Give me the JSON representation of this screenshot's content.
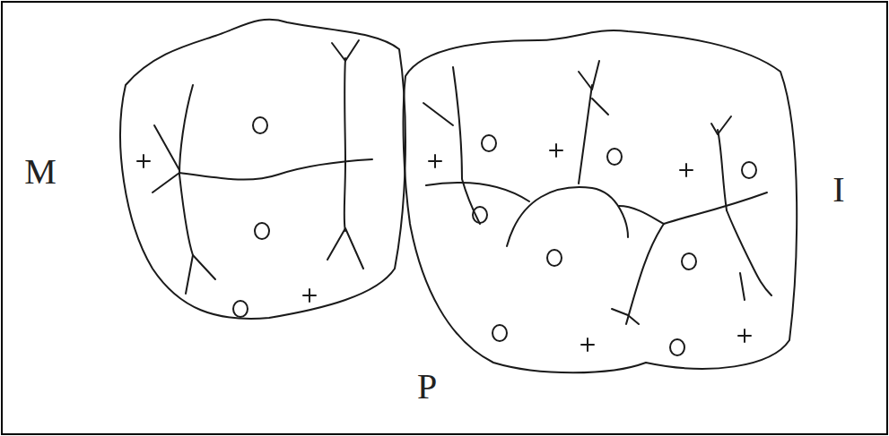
{
  "diagram": {
    "labels": [
      "M",
      "I",
      "P"
    ]
  }
}
